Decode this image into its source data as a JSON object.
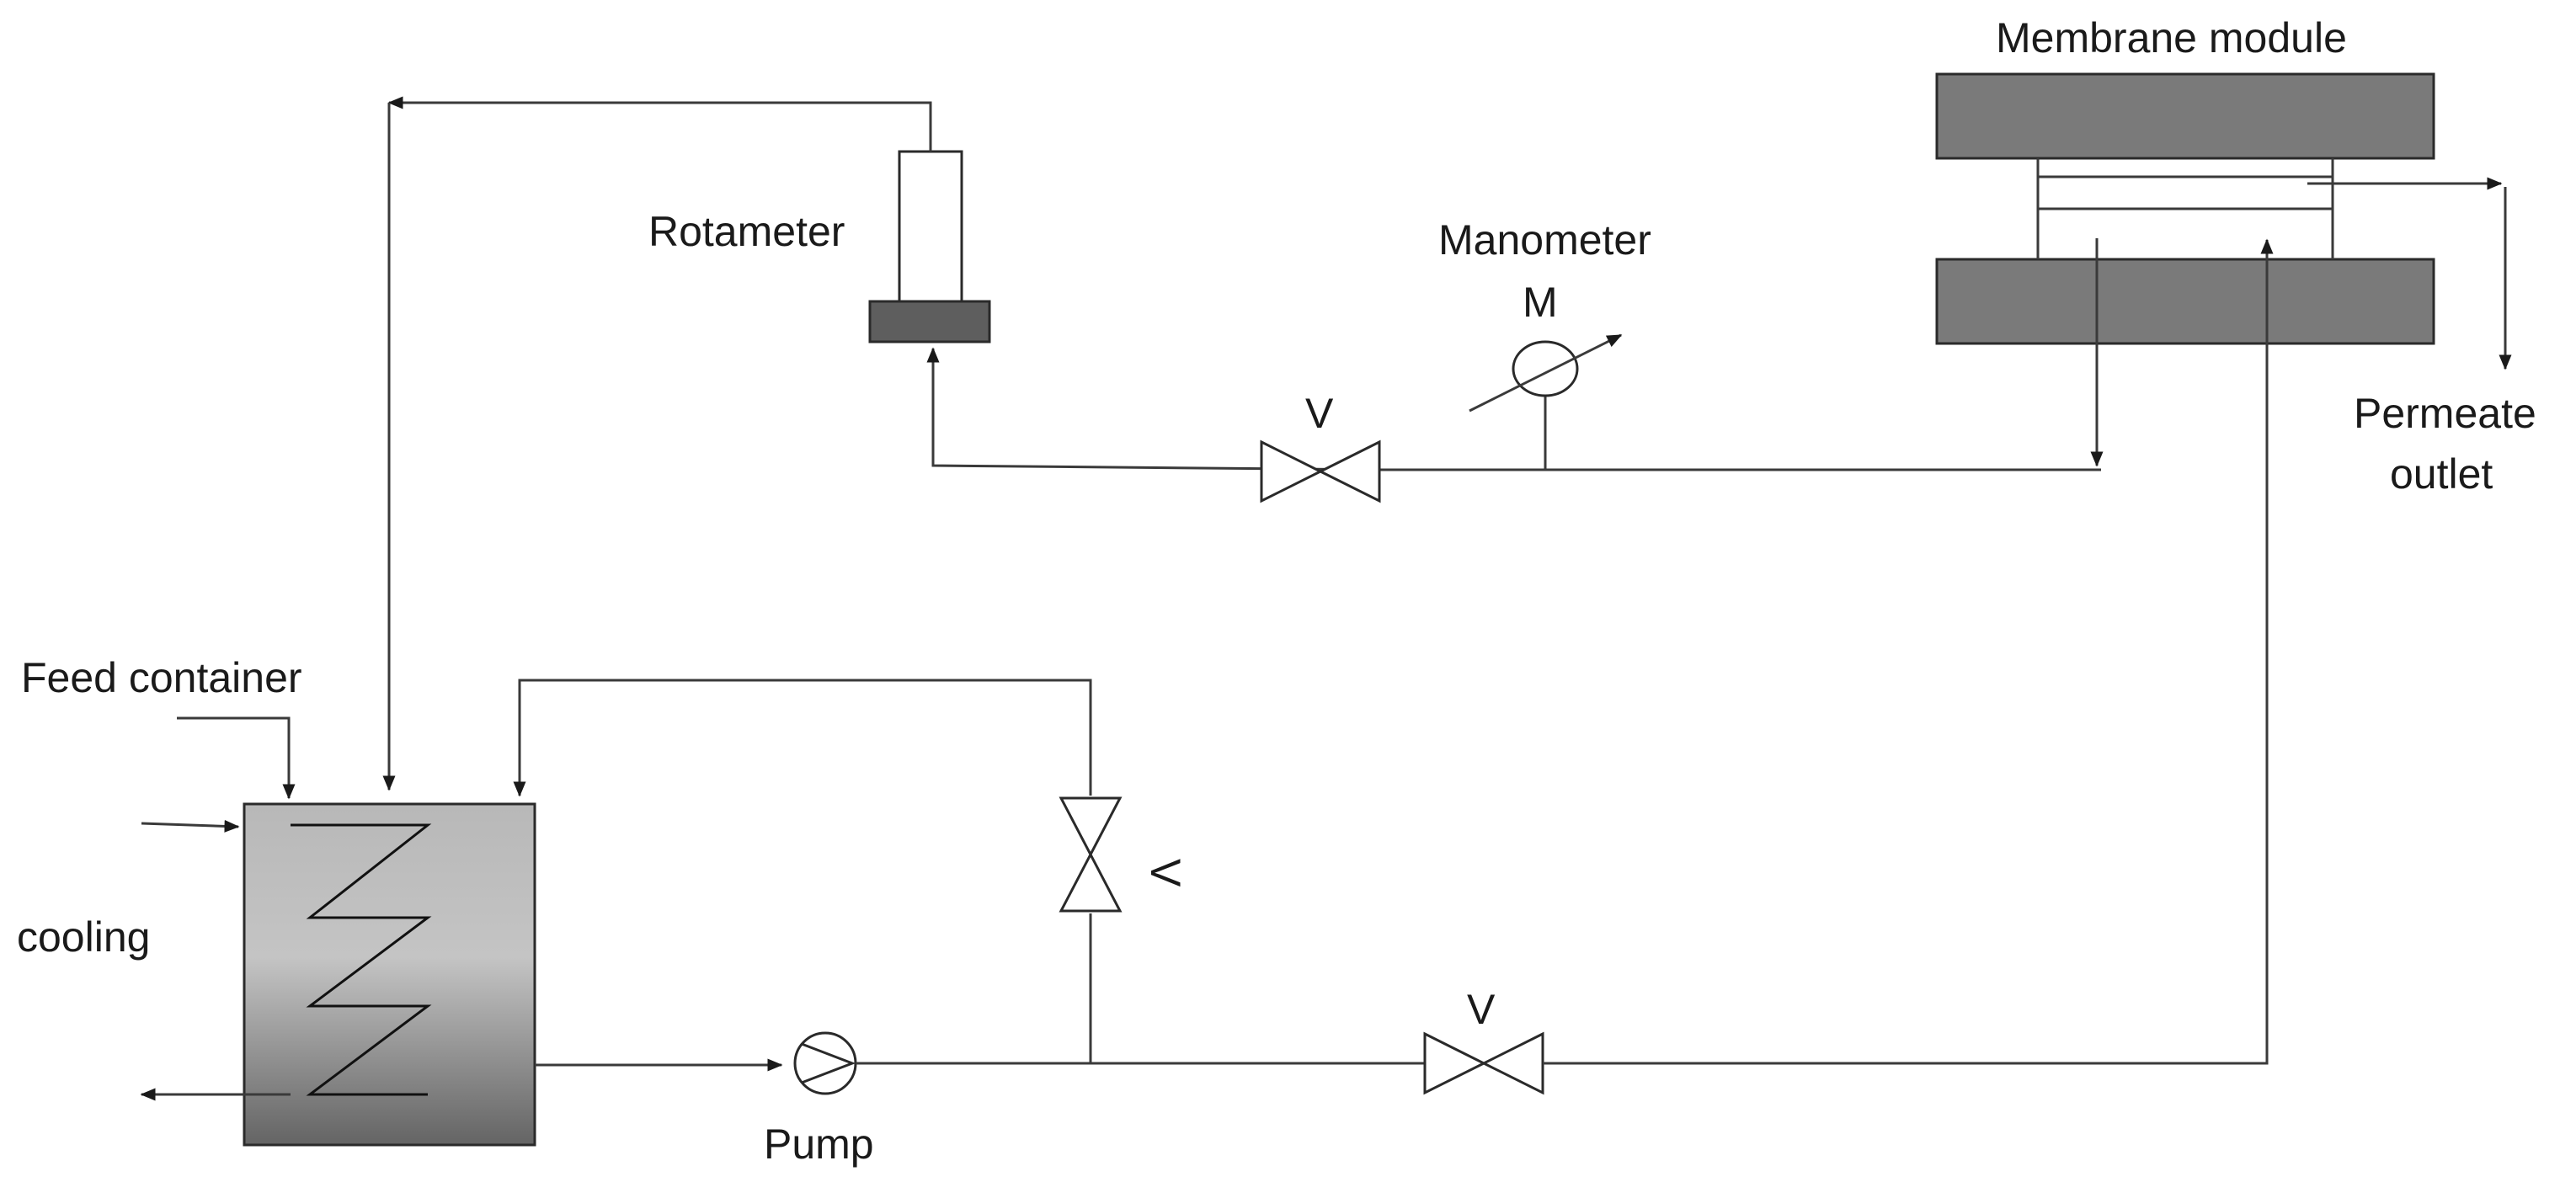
{
  "labels": {
    "membrane_module": "Membrane module",
    "rotameter": "Rotameter",
    "manometer": "Manometer",
    "manometer_symbol": "M",
    "valve_top": "V",
    "valve_bypass": "V",
    "valve_bottom": "V",
    "permeate_line1": "Permeate",
    "permeate_line2": "outlet",
    "feed_container": "Feed container",
    "cooling": "cooling",
    "pump": "Pump"
  },
  "colors": {
    "line": "#3a3a3a",
    "membrane_plate": "#7a7a7a",
    "rotameter_base": "#5e5e5e",
    "tank_dark": "#6a6a6a",
    "tank_light": "#bdbdbd"
  }
}
